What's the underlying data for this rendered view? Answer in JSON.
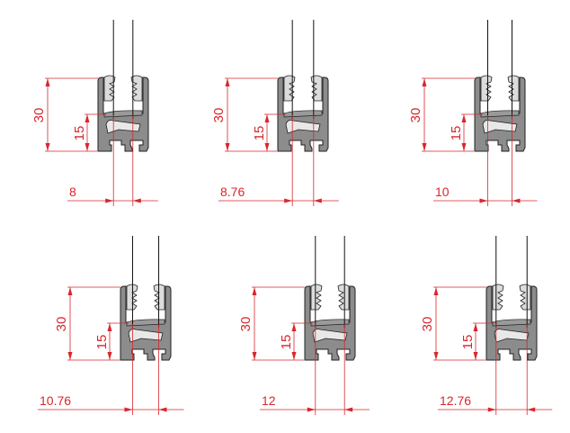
{
  "colors": {
    "dimension": "#d9262c",
    "profile": "#8c8c8c",
    "gasket": "#dcdcdc",
    "outline": "#222222"
  },
  "units": "mm",
  "height_label": "30",
  "base_label": "15",
  "panels": [
    {
      "glass_thickness": 8,
      "label": "8"
    },
    {
      "glass_thickness": 8.76,
      "label": "8.76"
    },
    {
      "glass_thickness": 10,
      "label": "10"
    },
    {
      "glass_thickness": 10.76,
      "label": "10.76"
    },
    {
      "glass_thickness": 12,
      "label": "12"
    },
    {
      "glass_thickness": 12.76,
      "label": "12.76"
    }
  ]
}
